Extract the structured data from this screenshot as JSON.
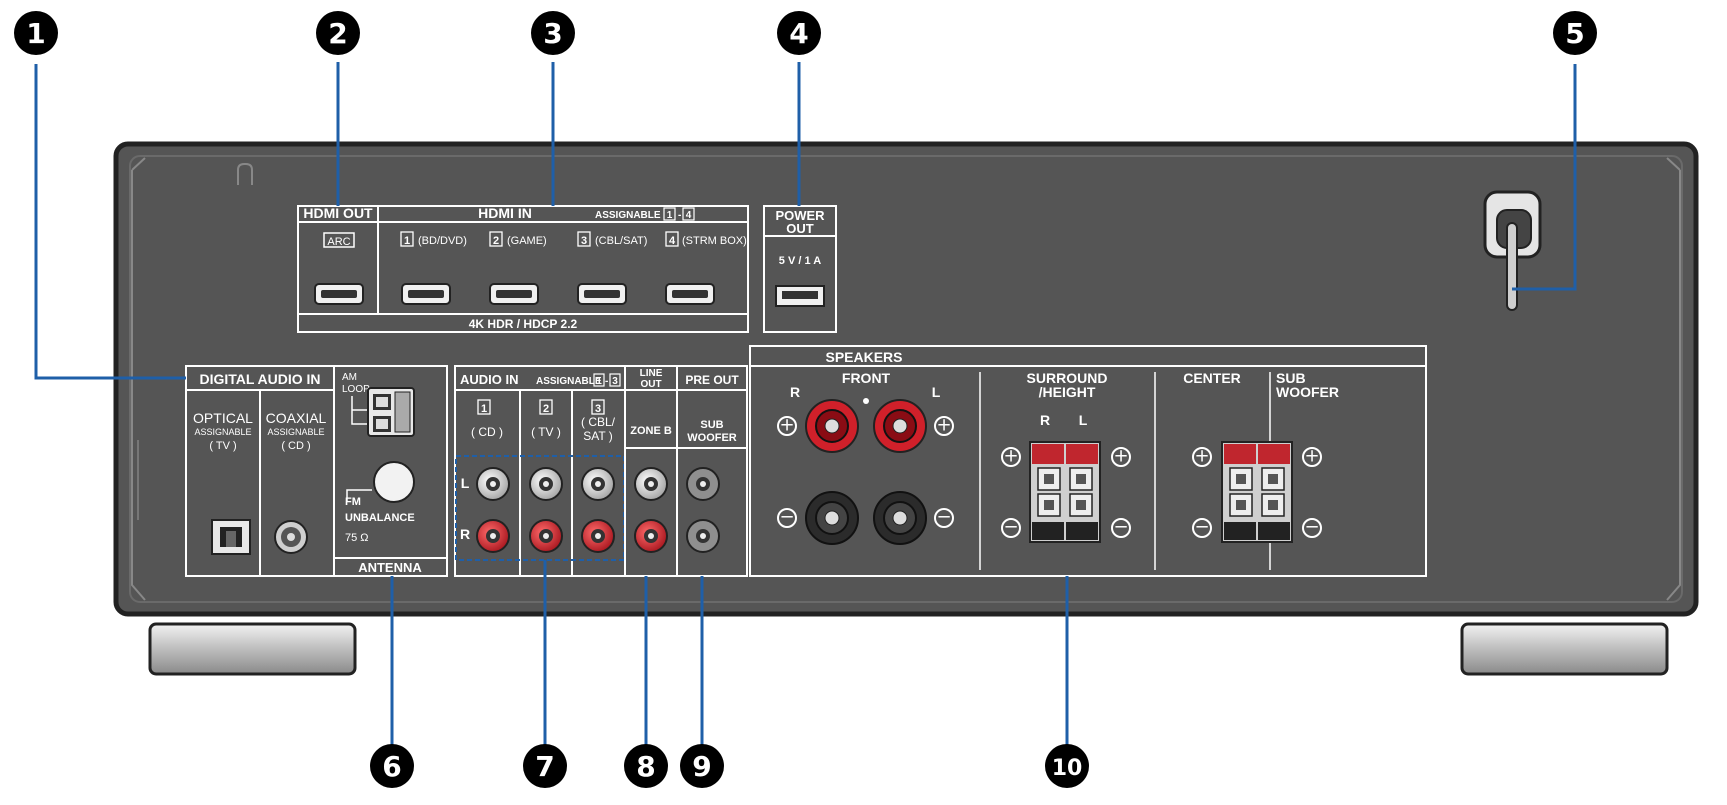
{
  "callouts": {
    "c1": "1",
    "c2": "2",
    "c3": "3",
    "c4": "4",
    "c5": "5",
    "c6": "6",
    "c7": "7",
    "c8": "8",
    "c9": "9",
    "c10": "10"
  },
  "hdmi_out": {
    "title": "HDMI OUT",
    "arc": "ARC"
  },
  "hdmi_in": {
    "title": "HDMI IN",
    "assignable": "ASSIGNABLE",
    "range_a": "1",
    "range_dash": "-",
    "range_b": "4",
    "footer": "4K HDR / HDCP 2.2",
    "ports": [
      {
        "num": "1",
        "name": "(BD/DVD)"
      },
      {
        "num": "2",
        "name": "(GAME)"
      },
      {
        "num": "3",
        "name": "(CBL/SAT)"
      },
      {
        "num": "4",
        "name": "(STRM BOX)"
      }
    ]
  },
  "power_out": {
    "line1": "POWER",
    "line2": "OUT",
    "rating": "5 V / 1 A"
  },
  "digital_audio_in": {
    "title": "DIGITAL AUDIO IN",
    "optical": {
      "name": "OPTICAL",
      "assign": "ASSIGNABLE",
      "src": "( TV )"
    },
    "coaxial": {
      "name": "COAXIAL",
      "assign": "ASSIGNABLE",
      "src": "( CD )"
    }
  },
  "antenna": {
    "am1": "AM",
    "am2": "LOOP",
    "fm": "FM",
    "unbalance": "UNBALANCE",
    "ohm": "75 Ω",
    "title": "ANTENNA"
  },
  "audio_in": {
    "title": "AUDIO IN",
    "assignable": "ASSIGNABLE",
    "range_a": "1",
    "range_dash": "-",
    "range_b": "3",
    "l": "L",
    "r": "R",
    "inputs": [
      {
        "num": "1",
        "src": "( CD )"
      },
      {
        "num": "2",
        "src": "( TV )"
      },
      {
        "num": "3",
        "src": "( CBL/",
        "src2": "SAT )"
      }
    ]
  },
  "line_out": {
    "line1": "LINE",
    "line2": "OUT",
    "zone": "ZONE B"
  },
  "pre_out": {
    "title": "PRE OUT",
    "sub1": "SUB",
    "sub2": "WOOFER"
  },
  "speakers": {
    "title": "SPEAKERS",
    "front": "FRONT",
    "r": "R",
    "l": "L",
    "surround1": "SURROUND",
    "surround2": "/HEIGHT",
    "center": "CENTER",
    "sub1": "SUB",
    "sub2": "WOOFER",
    "plus": "+",
    "minus": "−"
  },
  "colors": {
    "chassis": "#555555",
    "chassis_edge": "#222222",
    "callout_line": "#1f5fa8",
    "red_jack": "#d0202a",
    "silver": "#d9d9d9"
  }
}
